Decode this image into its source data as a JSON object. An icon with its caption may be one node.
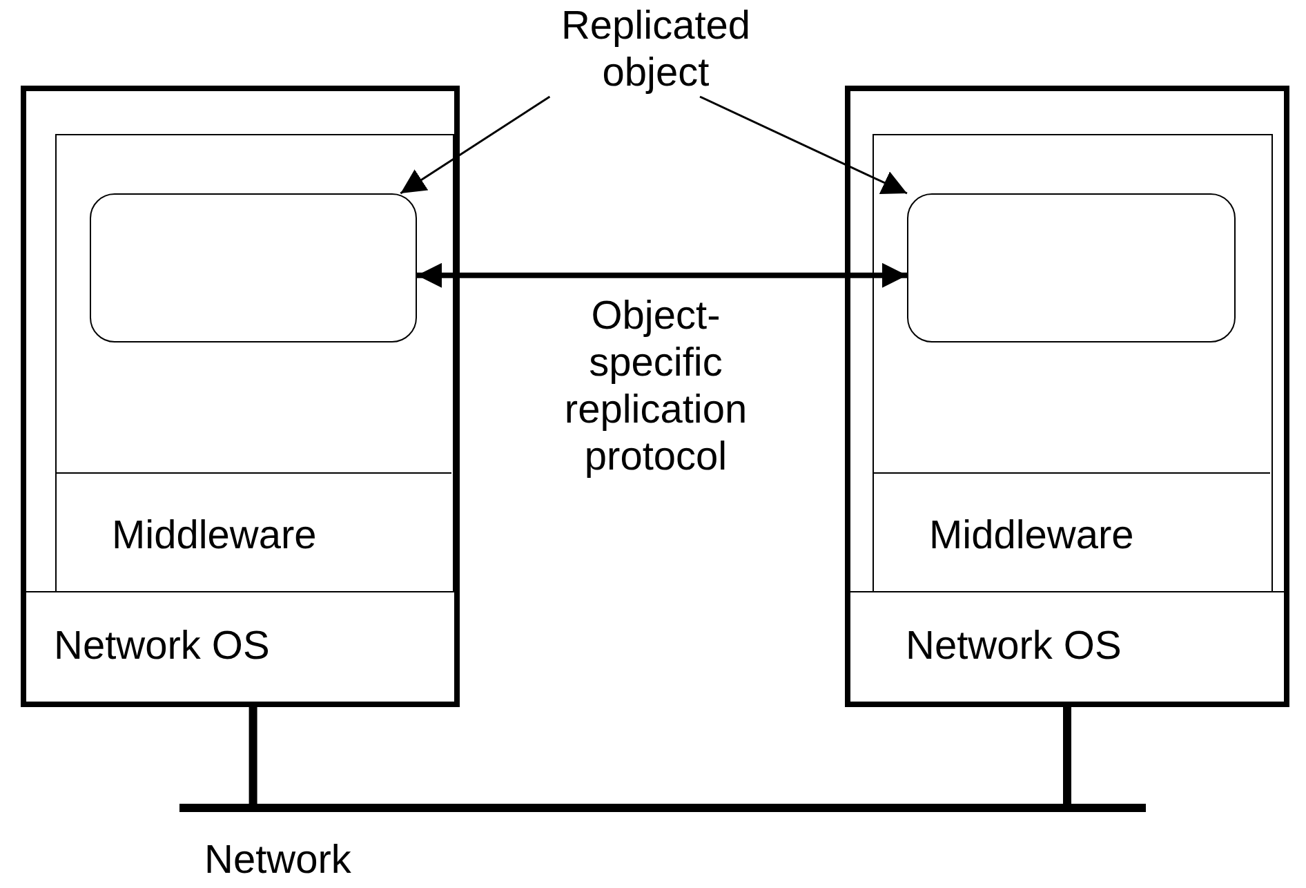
{
  "diagram": {
    "nodes": [
      {
        "text": [],
        "shape": "box"
      },
      {
        "text": [],
        "shape": "box",
        "in": 0
      },
      {
        "text": [],
        "shape": "box",
        "in": 1
      },
      {
        "text": [
          "Middleware"
        ],
        "in": 1
      },
      {
        "text": [
          "Network OS"
        ],
        "in": 0
      },
      {
        "text": [],
        "shape": "box"
      },
      {
        "text": [],
        "shape": "box",
        "in": 5
      },
      {
        "text": [],
        "shape": "box",
        "in": 6
      },
      {
        "text": [
          "Middleware"
        ],
        "in": 6
      },
      {
        "text": [
          "Network OS"
        ],
        "in": 5
      },
      {
        "text": [
          "Replicated object"
        ]
      },
      {
        "text": [
          "Network"
        ]
      }
    ],
    "edges": [
      {
        "from": 10,
        "to": 2,
        "arrow": "to"
      },
      {
        "from": 10,
        "to": 7,
        "arrow": "to"
      },
      {
        "from": 2,
        "to": 7,
        "arrow": "both",
        "label": "Object-specific replication protocol"
      },
      {
        "from": 4,
        "to": 11,
        "arrow": "none"
      },
      {
        "from": 9,
        "to": 11,
        "arrow": "none"
      }
    ]
  }
}
